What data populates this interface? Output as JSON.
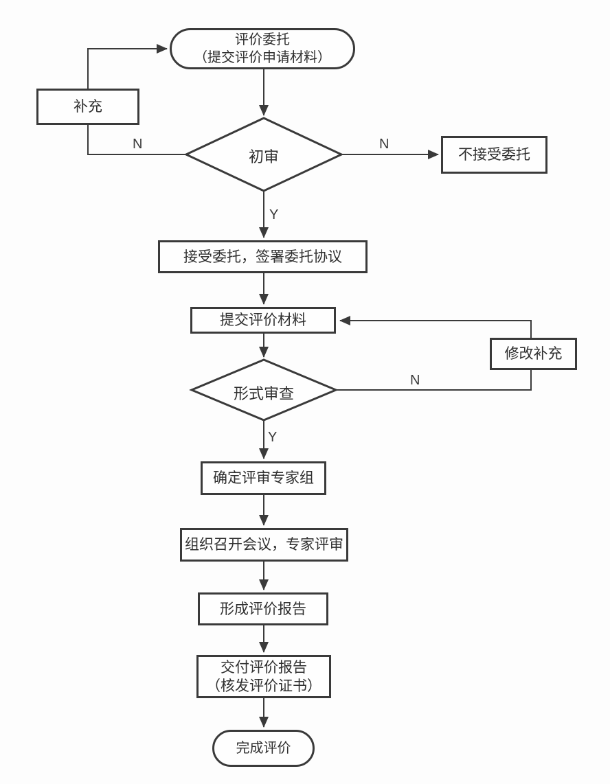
{
  "nodes": {
    "start": {
      "line1": "评价委托",
      "line2": "（提交评价申请材料）"
    },
    "supplement": {
      "label": "补充"
    },
    "initial_review": {
      "label": "初审"
    },
    "reject": {
      "label": "不接受委托"
    },
    "accept": {
      "label": "接受委托，签署委托协议"
    },
    "submit_materials": {
      "label": "提交评价材料"
    },
    "formal_review": {
      "label": "形式审查"
    },
    "modify_supplement": {
      "label": "修改补充"
    },
    "expert_group": {
      "label": "确定评审专家组"
    },
    "meeting": {
      "label": "组织召开会议，专家评审"
    },
    "report": {
      "label": "形成评价报告"
    },
    "deliver": {
      "line1": "交付评价报告",
      "line2": "（核发评价证书）"
    },
    "end": {
      "label": "完成评价"
    }
  },
  "edge_labels": {
    "initial_review_n_left": "N",
    "initial_review_n_right": "N",
    "initial_review_y": "Y",
    "formal_review_n": "N",
    "formal_review_y": "Y"
  },
  "colors": {
    "line": "#3a3a3a",
    "text": "#2f2f2f",
    "background": "#fdfdfd",
    "node_fill": "#fefefe"
  }
}
